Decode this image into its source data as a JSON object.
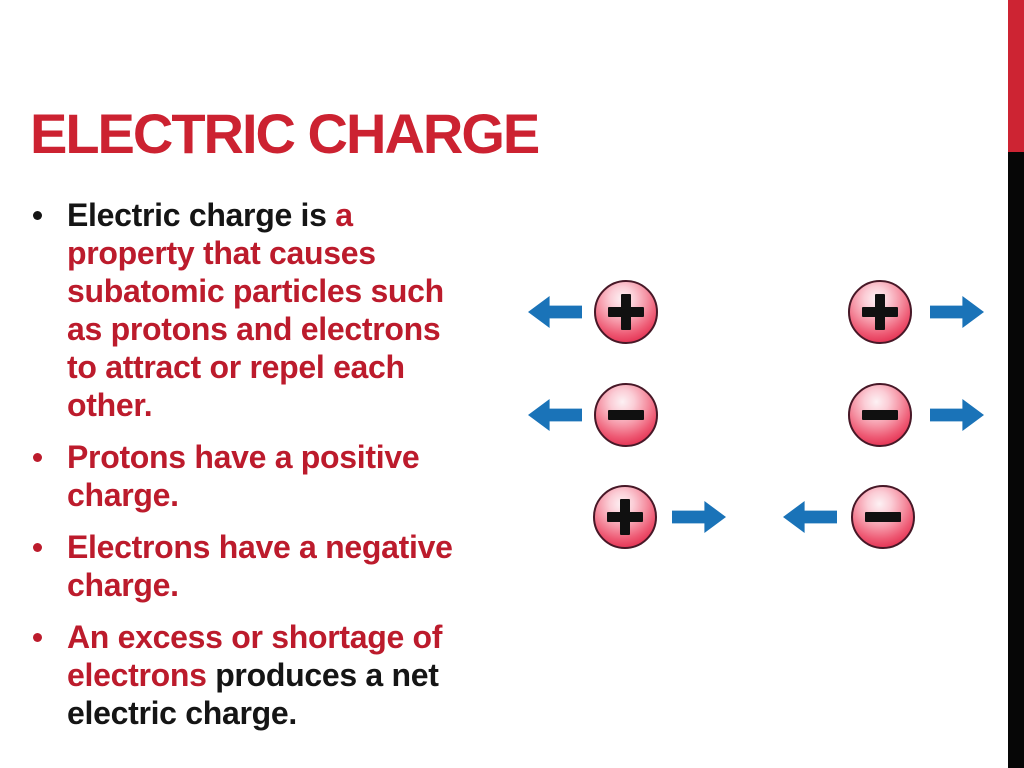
{
  "title": "ELECTRIC CHARGE",
  "colors": {
    "title_red": "#cc2231",
    "body_red": "#bc1b2c",
    "text_black": "#151515",
    "arrow_blue": "#1a73b8",
    "stripe_red": "#cd2433",
    "stripe_black": "#060606",
    "sphere_red": "#d41d40",
    "background": "#ffffff"
  },
  "bullets": [
    {
      "marker": "black",
      "lines": [
        {
          "segments": [
            {
              "text": "Electric charge is ",
              "color": "black"
            },
            {
              "text": "a",
              "color": "red"
            }
          ]
        },
        {
          "segments": [
            {
              "text": "property that causes",
              "color": "red"
            }
          ]
        },
        {
          "segments": [
            {
              "text": "subatomic particles such",
              "color": "red"
            }
          ]
        },
        {
          "segments": [
            {
              "text": "as protons and electrons",
              "color": "red"
            }
          ]
        },
        {
          "segments": [
            {
              "text": "to attract or repel each",
              "color": "red"
            }
          ]
        },
        {
          "segments": [
            {
              "text": "other.",
              "color": "red"
            }
          ]
        }
      ]
    },
    {
      "marker": "red",
      "lines": [
        {
          "segments": [
            {
              "text": "Protons have a positive",
              "color": "red"
            }
          ]
        },
        {
          "segments": [
            {
              "text": "charge.",
              "color": "red"
            }
          ]
        }
      ]
    },
    {
      "marker": "red",
      "lines": [
        {
          "segments": [
            {
              "text": "Electrons have a negative",
              "color": "red"
            }
          ]
        },
        {
          "segments": [
            {
              "text": "charge.",
              "color": "red"
            }
          ]
        }
      ]
    },
    {
      "marker": "red",
      "lines": [
        {
          "segments": [
            {
              "text": "An excess or shortage of",
              "color": "red"
            }
          ]
        },
        {
          "segments": [
            {
              "text": "electrons ",
              "color": "red"
            },
            {
              "text": "produces a net",
              "color": "black"
            }
          ]
        },
        {
          "segments": [
            {
              "text": "electric charge.",
              "color": "black"
            }
          ]
        }
      ]
    }
  ],
  "diagram": {
    "rows": [
      {
        "items": [
          {
            "type": "arrow",
            "direction": "left"
          },
          {
            "type": "particle",
            "sign": "+"
          },
          {
            "type": "particle",
            "sign": "+"
          },
          {
            "type": "arrow",
            "direction": "right"
          }
        ]
      },
      {
        "items": [
          {
            "type": "arrow",
            "direction": "left"
          },
          {
            "type": "particle",
            "sign": "−"
          },
          {
            "type": "particle",
            "sign": "−"
          },
          {
            "type": "arrow",
            "direction": "right"
          }
        ]
      },
      {
        "items": [
          {
            "type": "particle",
            "sign": "+"
          },
          {
            "type": "arrow",
            "direction": "right"
          },
          {
            "type": "arrow",
            "direction": "left"
          },
          {
            "type": "particle",
            "sign": "−"
          }
        ]
      }
    ]
  }
}
